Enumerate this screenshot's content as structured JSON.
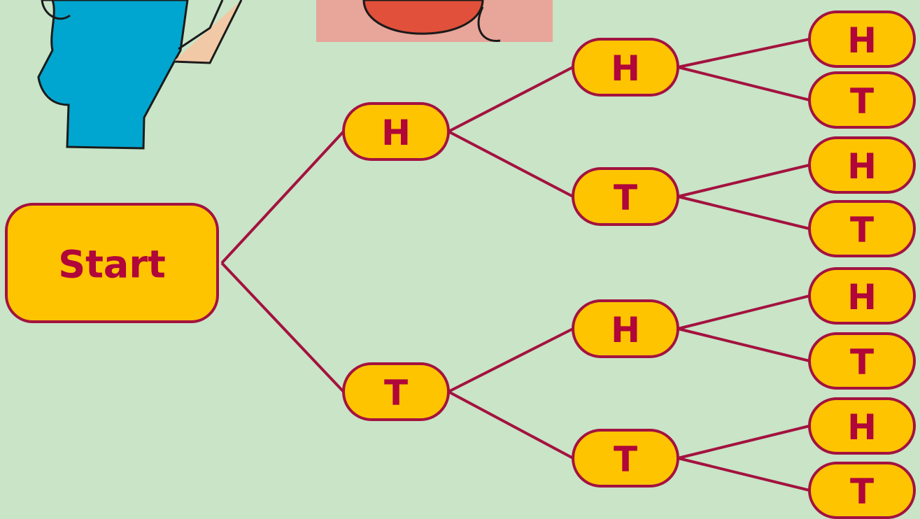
{
  "tree": {
    "root": "Start",
    "level1": [
      "H",
      "T"
    ],
    "level2": [
      "H",
      "T",
      "H",
      "T"
    ],
    "level3": [
      "H",
      "T",
      "H",
      "T",
      "H",
      "T",
      "H",
      "T"
    ]
  },
  "colors": {
    "background": "#c9e4c7",
    "node_fill": "#ffc400",
    "node_border": "#a3123f",
    "text": "#b0063a",
    "shirt": "#00a6cf",
    "coin": "#e0503a"
  },
  "illustrations": [
    "person-with-shirt",
    "coin"
  ]
}
